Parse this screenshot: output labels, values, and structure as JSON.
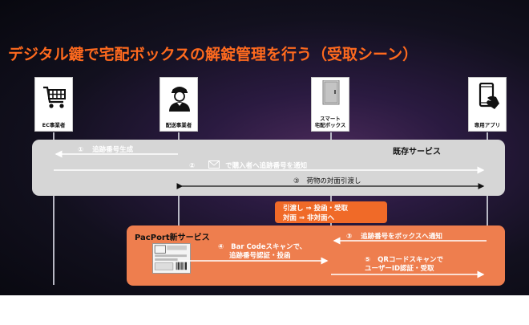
{
  "slide": {
    "title": "デジタル鍵で宅配ボックスの解錠管理を行う（受取シーン）"
  },
  "actors": [
    {
      "label": "EC事業者",
      "icon": "shopping-cart-icon"
    },
    {
      "label": "配送事業者",
      "icon": "delivery-person-icon"
    },
    {
      "label_line1": "スマート",
      "label_line2": "宅配ボックス",
      "icon": "locker-icon"
    },
    {
      "label": "専用アプリ",
      "icon": "smartphone-icon"
    }
  ],
  "existing_service": {
    "label": "既存サービス",
    "steps": [
      {
        "num": "①",
        "text": "追跡番号生成"
      },
      {
        "num": "②",
        "text": "で購入者へ追跡番号を通知",
        "icon": "envelope-icon"
      },
      {
        "num": "③",
        "text": "荷物の対面引渡し"
      }
    ]
  },
  "note": {
    "line1": "引渡し ⇒ 投函・受取",
    "line2": "対面 ⇒ 非対面へ"
  },
  "pacport_service": {
    "label": "PacPort新サービス",
    "steps": [
      {
        "num": "③",
        "text": "追跡番号をボックスへ通知"
      },
      {
        "num": "④",
        "line1": "Bar Codeスキャンで、",
        "line2": "追跡番号認証・投函"
      },
      {
        "num": "⑤",
        "line1": "QRコードスキャンで",
        "line2": "ユーザーID認証・受取"
      }
    ]
  },
  "colors": {
    "title": "#ff6a1e",
    "orange_band": "#ee7e4e",
    "grey_band": "#d6d6d6",
    "note_box": "#f06a28"
  }
}
